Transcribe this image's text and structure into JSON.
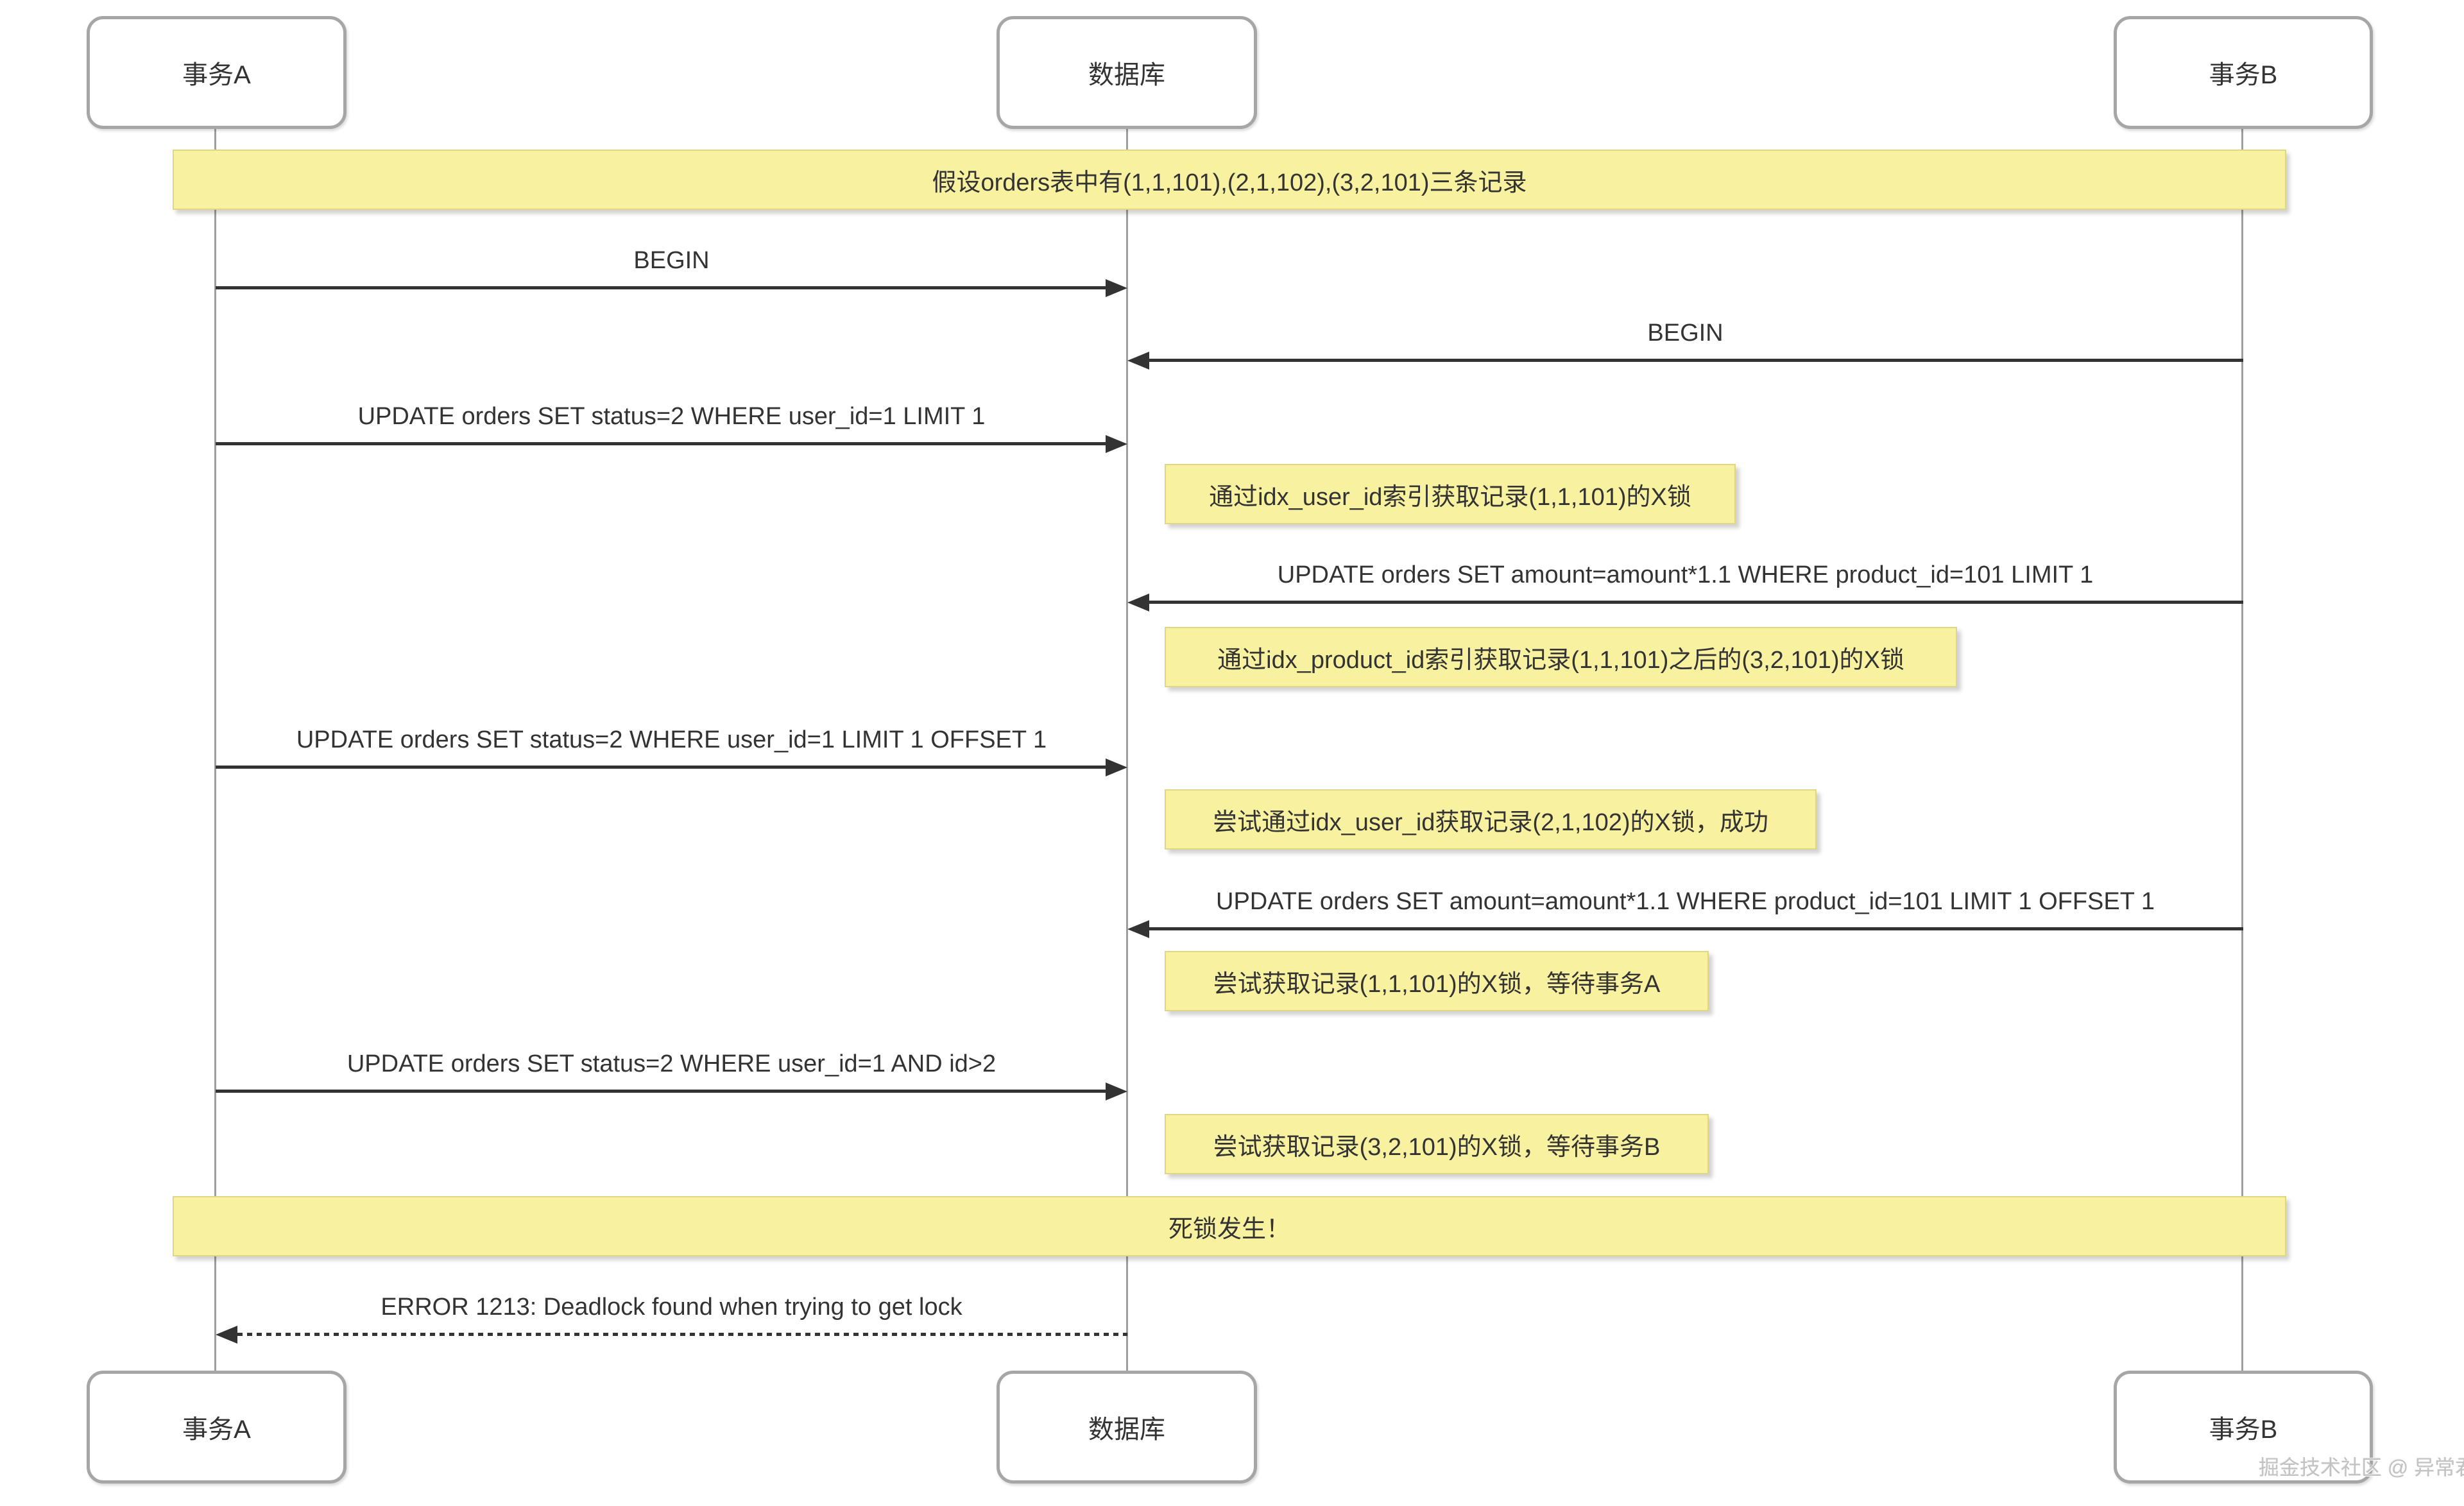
{
  "diagram": {
    "type": "sequence-diagram",
    "participants": [
      {
        "id": "tx-a",
        "label": "事务A"
      },
      {
        "id": "db",
        "label": "数据库"
      },
      {
        "id": "tx-b",
        "label": "事务B"
      }
    ],
    "banners": [
      {
        "text": "假设orders表中有(1,1,101),(2,1,102),(3,2,101)三条记录"
      },
      {
        "text": "死锁发生！"
      }
    ],
    "messages": [
      {
        "from": "事务A",
        "to": "数据库",
        "style": "solid",
        "label": "BEGIN"
      },
      {
        "from": "事务B",
        "to": "数据库",
        "style": "solid",
        "label": "BEGIN"
      },
      {
        "from": "事务A",
        "to": "数据库",
        "style": "solid",
        "label": "UPDATE orders SET status=2 WHERE user_id=1 LIMIT 1"
      },
      {
        "from": "事务B",
        "to": "数据库",
        "style": "solid",
        "label": "UPDATE orders SET amount=amount*1.1 WHERE product_id=101 LIMIT 1"
      },
      {
        "from": "事务A",
        "to": "数据库",
        "style": "solid",
        "label": "UPDATE orders SET status=2 WHERE user_id=1 LIMIT 1 OFFSET 1"
      },
      {
        "from": "事务B",
        "to": "数据库",
        "style": "solid",
        "label": "UPDATE orders SET amount=amount*1.1 WHERE product_id=101 LIMIT 1 OFFSET 1"
      },
      {
        "from": "事务A",
        "to": "数据库",
        "style": "solid",
        "label": "UPDATE orders SET status=2 WHERE user_id=1 AND id>2"
      },
      {
        "from": "数据库",
        "to": "事务A",
        "style": "dashed",
        "label": "ERROR 1213: Deadlock found when trying to get lock"
      }
    ],
    "notes": [
      {
        "over": "数据库",
        "text": "通过idx_user_id索引获取记录(1,1,101)的X锁"
      },
      {
        "over": "数据库",
        "text": "通过idx_product_id索引获取记录(1,1,101)之后的(3,2,101)的X锁"
      },
      {
        "over": "数据库",
        "text": "尝试通过idx_user_id获取记录(2,1,102)的X锁，成功"
      },
      {
        "over": "数据库",
        "text": "尝试获取记录(1,1,101)的X锁，等待事务A"
      },
      {
        "over": "数据库",
        "text": "尝试获取记录(3,2,101)的X锁，等待事务B"
      }
    ],
    "watermark": "掘金技术社区 @ 异常君",
    "colors": {
      "note_fill": "#f8f1a0",
      "note_border": "#dfd786",
      "actor_border": "#a6a6a6",
      "lifeline": "#9e9e9e",
      "arrow": "#333333",
      "text": "#333333",
      "watermark": "#c2c2c2",
      "background": "#ffffff"
    }
  }
}
